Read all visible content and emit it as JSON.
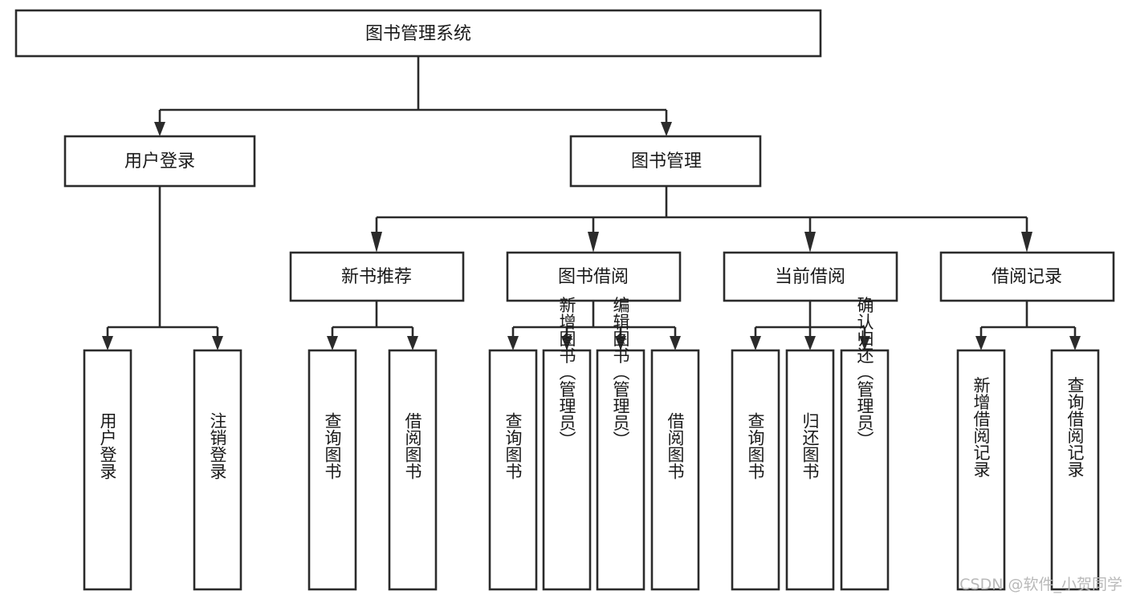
{
  "diagram": {
    "type": "tree",
    "orientation": "top-down",
    "title": "图书管理系统",
    "colors": {
      "box_fill": "#ffffff",
      "box_stroke": "#2b2b2b",
      "text": "#1a1a1a",
      "watermark": "#b9b9b9"
    },
    "root": {
      "id": "root",
      "label": "图书管理系统"
    },
    "level2": [
      {
        "id": "user-login",
        "label": "用户登录"
      },
      {
        "id": "book-manage",
        "label": "图书管理"
      }
    ],
    "level3": [
      {
        "id": "new-book-rec",
        "label": "新书推荐"
      },
      {
        "id": "book-borrow",
        "label": "图书借阅"
      },
      {
        "id": "current-borrow",
        "label": "当前借阅"
      },
      {
        "id": "borrow-record",
        "label": "借阅记录"
      }
    ],
    "leaves": [
      {
        "id": "leaf-user-login",
        "label": "用户登录",
        "parent": "user-login"
      },
      {
        "id": "leaf-user-logout",
        "label": "注销登录",
        "parent": "user-login"
      },
      {
        "id": "leaf-query-book-1",
        "label": "查询图书",
        "parent": "new-book-rec"
      },
      {
        "id": "leaf-borrow-book-1",
        "label": "借阅图书",
        "parent": "new-book-rec"
      },
      {
        "id": "leaf-query-book-2",
        "label": "查询图书",
        "parent": "book-borrow"
      },
      {
        "id": "leaf-add-book",
        "label": "新增图书（管理员）",
        "parent": "book-borrow"
      },
      {
        "id": "leaf-edit-book",
        "label": "编辑图书（管理员）",
        "parent": "book-borrow"
      },
      {
        "id": "leaf-borrow-book-2",
        "label": "借阅图书",
        "parent": "book-borrow"
      },
      {
        "id": "leaf-query-book-3",
        "label": "查询图书",
        "parent": "current-borrow"
      },
      {
        "id": "leaf-return-book",
        "label": "归还图书",
        "parent": "current-borrow"
      },
      {
        "id": "leaf-confirm-return",
        "label": "确认归还（管理员）",
        "parent": "current-borrow"
      },
      {
        "id": "leaf-add-record",
        "label": "新增借阅记录",
        "parent": "borrow-record"
      },
      {
        "id": "leaf-query-record",
        "label": "查询借阅记录",
        "parent": "borrow-record"
      }
    ]
  },
  "watermark": {
    "text": "CSDN @软件_小贺同学"
  }
}
